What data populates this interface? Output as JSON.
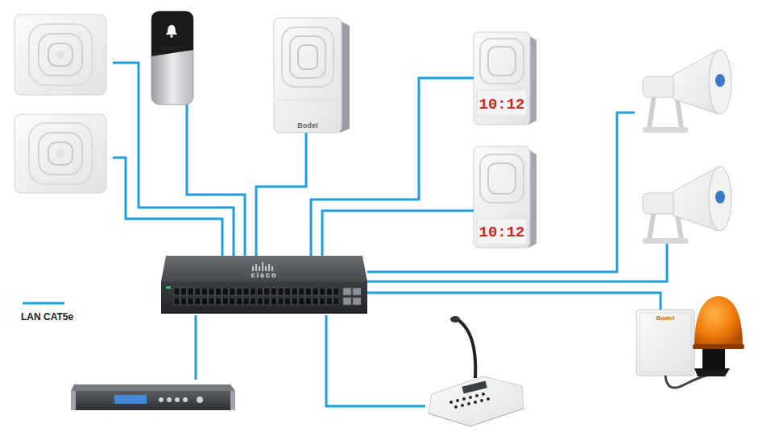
{
  "diagram": {
    "nodes": [
      {
        "text": [
          "Bodet"
        ]
      },
      {
        "text": [
          "Bodet"
        ]
      },
      {
        "text": [
          "10:12"
        ]
      },
      {
        "text": [
          "10:12"
        ]
      },
      {
        "text": [
          "cisco"
        ]
      },
      {
        "text": [
          "Bodet"
        ]
      }
    ],
    "edges": [
      {
        "from": 0,
        "to": 4,
        "arrow": "none"
      },
      {
        "from": 1,
        "to": 4,
        "arrow": "none"
      },
      {
        "from": 2,
        "to": 4,
        "arrow": "none"
      },
      {
        "from": 3,
        "to": 4,
        "arrow": "none"
      },
      {
        "from": 4,
        "to": 5,
        "arrow": "none"
      }
    ],
    "legend": [
      {
        "text": "LAN CAT5e"
      }
    ]
  }
}
